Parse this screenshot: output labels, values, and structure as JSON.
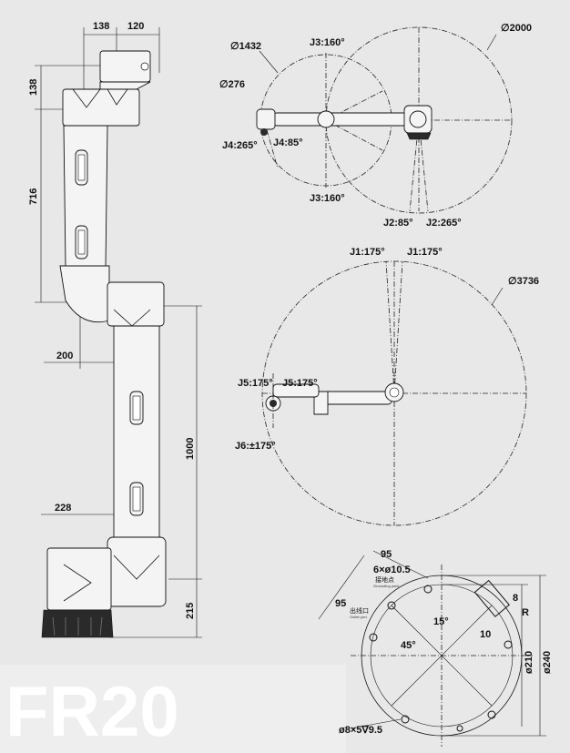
{
  "watermark": "FR20",
  "side_view": {
    "dims": {
      "top_138": "138",
      "top_120": "120",
      "left_138": "138",
      "left_716": "716",
      "dim_200": "200",
      "dim_228": "228",
      "dim_1000": "1000",
      "dim_215": "215"
    }
  },
  "top_view_1": {
    "labels": {
      "phi1432": "∅1432",
      "phi2000": "∅2000",
      "phi276": "∅276",
      "j3_top": "J3:160°",
      "j3_bottom": "J3:160°",
      "j4_265": "J4:265°",
      "j4_85": "J4:85°",
      "j2_85": "J2:85°",
      "j2_265": "J2:265°"
    }
  },
  "top_view_2": {
    "labels": {
      "j1_left": "J1:175°",
      "j1_right": "J1:175°",
      "phi3736": "∅3736",
      "j5_left": "J5:175°",
      "j5_right": "J5:175°",
      "j6": "J6:±175°"
    }
  },
  "base_view": {
    "labels": {
      "d95_top": "95",
      "d95_left": "95",
      "holes_top": "6×ø10.5",
      "ground_cn": "接地点",
      "ground_en": "Grounding point",
      "outlet_cn": "出线口",
      "outlet_en": "Outlet port",
      "angle15": "15°",
      "angle45": "45°",
      "d8": "8",
      "d10": "10",
      "r": "R",
      "phi210": "ø210",
      "phi240": "ø240",
      "holes_bottom": "ø8×5∇9.5"
    }
  }
}
